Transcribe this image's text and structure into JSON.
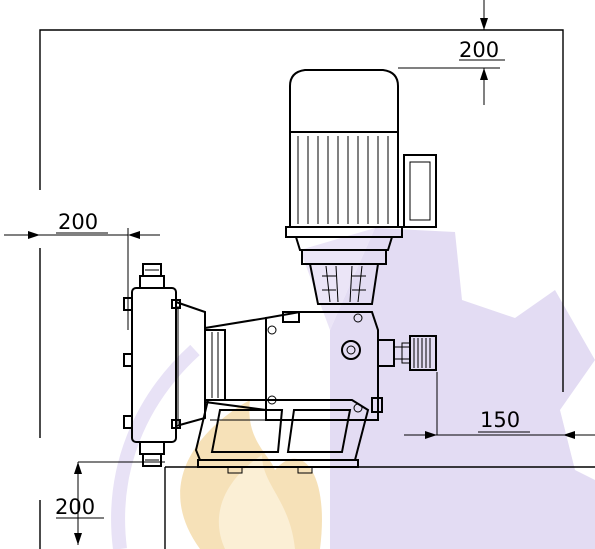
{
  "dimensions": {
    "top_clearance": "200",
    "left_clearance": "200",
    "right_clearance": "150",
    "bottom_clearance": "200"
  },
  "colors": {
    "line": "#000000",
    "watermark_gear": "#e3dcf3",
    "watermark_flame_outer": "#f6e1b8",
    "watermark_flame_inner": "#fbefd5",
    "window_fill": "#f7e7c4"
  }
}
